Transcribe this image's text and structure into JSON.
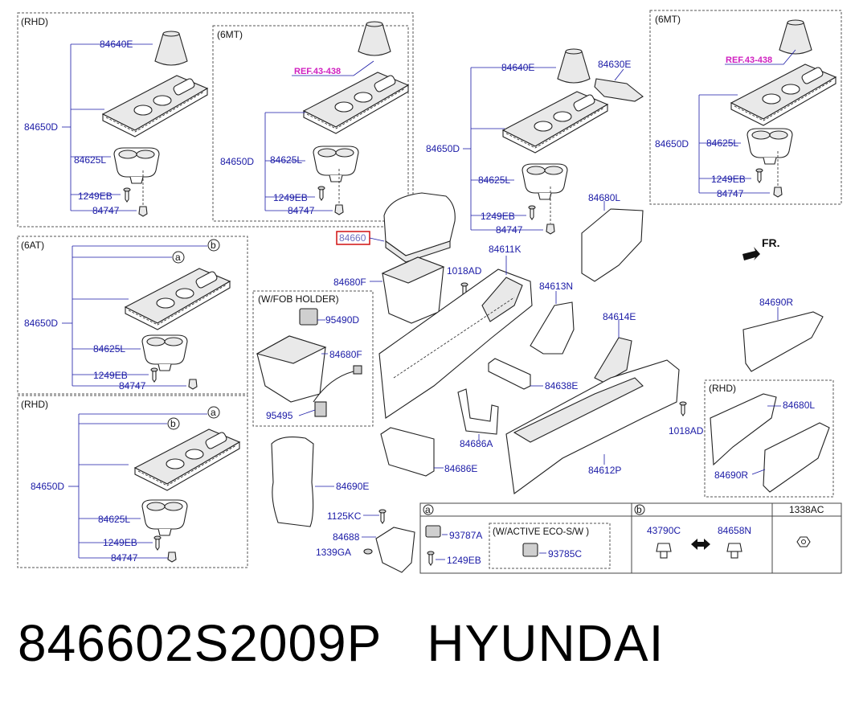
{
  "sections": {
    "rhd": "(RHD)",
    "mt6": "(6MT)",
    "at6": "(6AT)",
    "fob": "(W/FOB HOLDER)",
    "eco": "(W/ACTIVE ECO-S/W )"
  },
  "ref_label": "REF.43-438",
  "callouts": {
    "a": "a",
    "b": "b"
  },
  "parts": {
    "p84640E": "84640E",
    "p84650D": "84650D",
    "p84625L": "84625L",
    "p1249EB": "1249EB",
    "p84747": "84747",
    "p84630E": "84630E",
    "p84660": "84660",
    "p84680F": "84680F",
    "p1018AD": "1018AD",
    "p84611K": "84611K",
    "p84680L": "84680L",
    "p84613N": "84613N",
    "p84614E": "84614E",
    "p84690R": "84690R",
    "p84638E": "84638E",
    "p84686A": "84686A",
    "p84686E": "84686E",
    "p84612P": "84612P",
    "p95490D": "95490D",
    "p95495": "95495",
    "p84690E": "84690E",
    "p1125KC": "1125KC",
    "p84688": "84688",
    "p1339GA": "1339GA",
    "p93787A": "93787A",
    "p93785C": "93785C",
    "p43790C": "43790C",
    "p84658N": "84658N",
    "p1338AC": "1338AC"
  },
  "fr_label": "FR.",
  "footer": {
    "part_number": "846602S2009P",
    "brand": "HYUNDAI"
  }
}
